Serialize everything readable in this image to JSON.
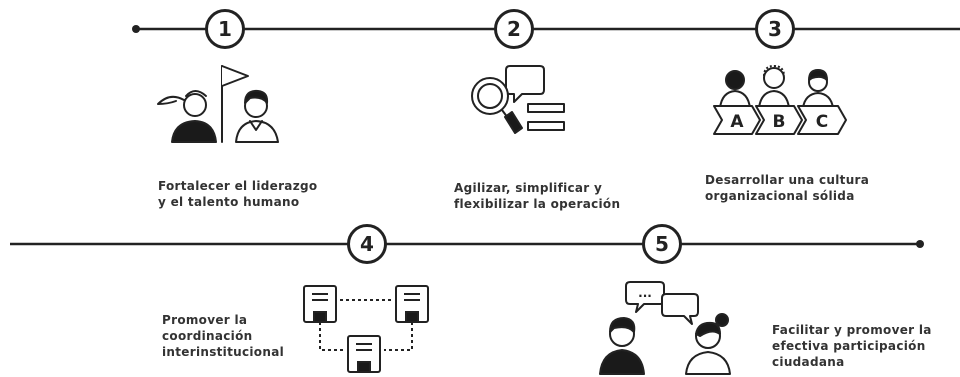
{
  "steps": [
    {
      "number": "1",
      "lines": [
        "Fortalecer el liderazgo",
        "y el talento humano"
      ]
    },
    {
      "number": "2",
      "lines": [
        "Agilizar, simplificar y",
        "flexibilizar la operación"
      ]
    },
    {
      "number": "3",
      "lines": [
        "Desarrollar una cultura",
        "organizacional sólida"
      ]
    },
    {
      "number": "4",
      "lines": [
        "Promover la",
        "coordinación",
        "interinstitucional"
      ]
    },
    {
      "number": "5",
      "lines": [
        "Facilitar y promover la",
        "efectiva participación",
        "ciudadana"
      ]
    }
  ],
  "icons": {
    "step1": "leader-with-flag-icon",
    "step2": "search-magnifier-chat-icon",
    "step3": "abc-people-icon",
    "step4": "linked-documents-icon",
    "step5": "two-people-conversation-icon"
  },
  "badges": {
    "a": "A",
    "b": "B",
    "c": "C"
  },
  "chat_ellipsis": "...",
  "colors": {
    "line": "#222222",
    "icon_fill": "#1a1a1a",
    "text": "#333333"
  }
}
